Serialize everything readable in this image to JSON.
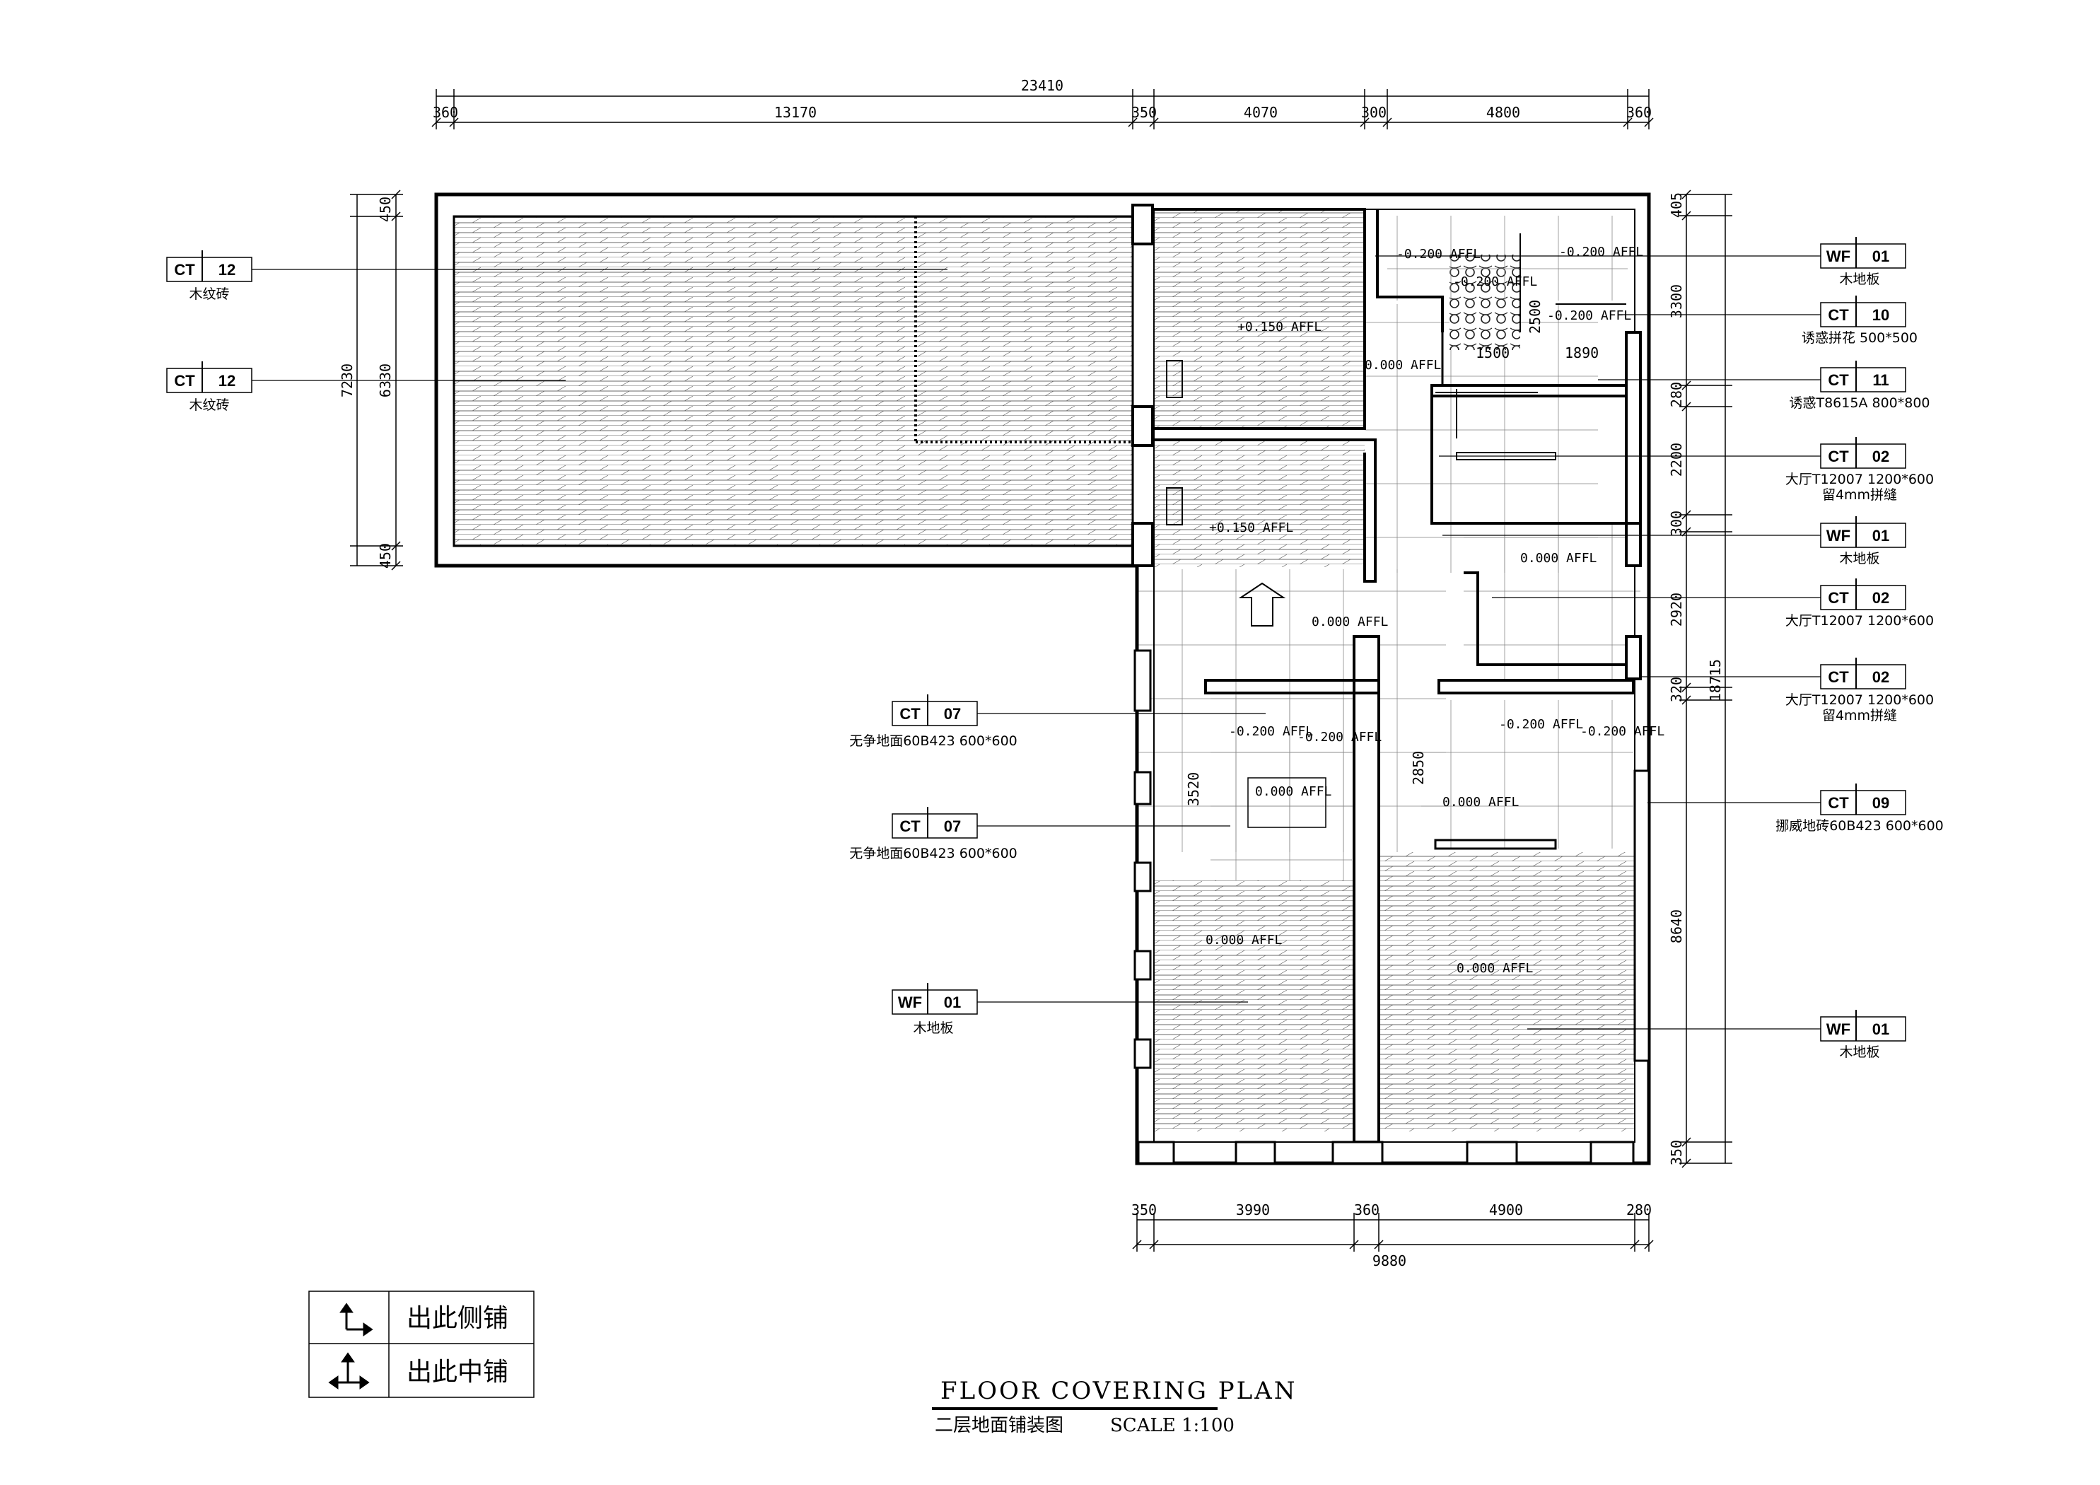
{
  "dims_top": {
    "overall": "23410",
    "segments": [
      "360",
      "13170",
      "350",
      "4070",
      "300",
      "4800",
      "360"
    ]
  },
  "dims_bottom": {
    "overall": "9880",
    "segments": [
      "350",
      "3990",
      "360",
      "4900",
      "280"
    ]
  },
  "dims_left": {
    "overall": "7230",
    "segments": [
      "450",
      "6330",
      "450"
    ]
  },
  "dims_right": {
    "overall": "18715",
    "segments": [
      "405",
      "3300",
      "280",
      "2200",
      "300",
      "2920",
      "320",
      "8640",
      "350"
    ]
  },
  "tags_left": [
    {
      "code": "CT",
      "num": "12",
      "desc": "木纹砖"
    },
    {
      "code": "CT",
      "num": "12",
      "desc": "木纹砖"
    },
    {
      "code": "CT",
      "num": "07",
      "desc": "无争地面60B423  600*600"
    },
    {
      "code": "CT",
      "num": "07",
      "desc": "无争地面60B423  600*600"
    },
    {
      "code": "WF",
      "num": "01",
      "desc": "木地板"
    }
  ],
  "tags_right": [
    {
      "code": "WF",
      "num": "01",
      "desc": "木地板",
      "desc2": ""
    },
    {
      "code": "CT",
      "num": "10",
      "desc": "诱惑拼花  500*500",
      "desc2": ""
    },
    {
      "code": "CT",
      "num": "11",
      "desc": "诱惑T8615A  800*800",
      "desc2": ""
    },
    {
      "code": "CT",
      "num": "02",
      "desc": "大厅T12007  1200*600",
      "desc2": "留4mm拼缝"
    },
    {
      "code": "WF",
      "num": "01",
      "desc": "木地板",
      "desc2": ""
    },
    {
      "code": "CT",
      "num": "02",
      "desc": "大厅T12007  1200*600",
      "desc2": ""
    },
    {
      "code": "CT",
      "num": "02",
      "desc": "大厅T12007  1200*600",
      "desc2": "留4mm拼缝"
    },
    {
      "code": "CT",
      "num": "09",
      "desc": "挪威地砖60B423 600*600",
      "desc2": ""
    },
    {
      "code": "WF",
      "num": "01",
      "desc": "木地板",
      "desc2": ""
    }
  ],
  "levels": [
    "-0.200 AFFL",
    "-0.200 AFFL",
    "-0.200 AFFL",
    "-0.200 AFFL",
    "+0.150 AFFL",
    "0.000 AFFL",
    "+0.150 AFFL",
    "0.000 AFFL",
    "0.000 AFFL",
    "-0.200 AFFL",
    "-0.200 AFFL",
    "-0.200 AFFL",
    "-0.200 AFFL",
    "0.000 AFFL",
    "0.000 AFFL",
    "0.000 AFFL",
    "0.000 AFFL"
  ],
  "inner_dims": [
    "2500",
    "1500",
    "1890",
    "3520",
    "2850"
  ],
  "legend": [
    {
      "symbol": "corner-start-icon",
      "label": "出此侧铺"
    },
    {
      "symbol": "center-start-icon",
      "label": "出此中铺"
    }
  ],
  "title": {
    "main": "FLOOR COVERING PLAN",
    "sub": "二层地面铺装图",
    "scale": "SCALE 1:100"
  }
}
